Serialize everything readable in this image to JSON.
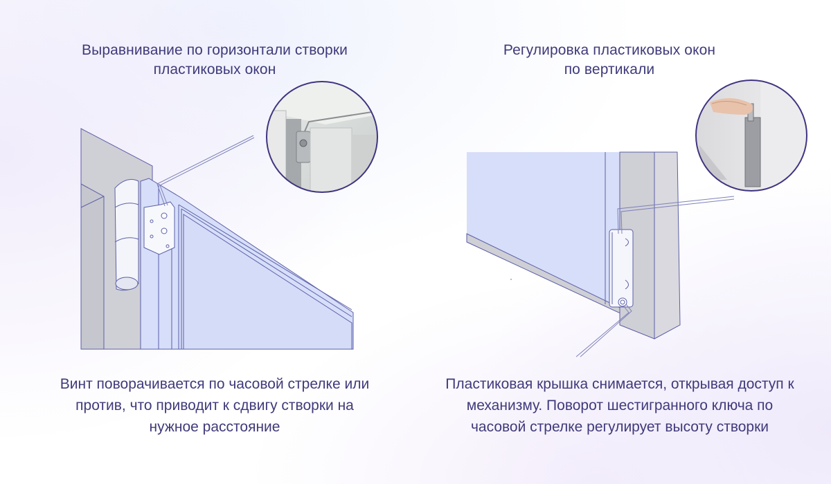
{
  "colors": {
    "text": "#3f3a7a",
    "glass": "#d6def9",
    "frame_gray": "#cfcfd6",
    "outline": "#5b5fa6",
    "inset_border": "#3f3480"
  },
  "left_panel": {
    "title_lines": [
      "Выравнивание по горизонтали створки",
      "пластиковых окон"
    ],
    "description_lines": [
      "Винт поворачивается по часовой стрелке или",
      "против, что приводит к сдвигу створки на",
      "нужное расстояние"
    ]
  },
  "right_panel": {
    "title_lines": [
      "Регулировка пластиковых окон",
      "по вертикали"
    ],
    "description_lines": [
      "Пластиковая крышка снимается, открывая доступ к",
      "механизму. Поворот шестигранного ключа по",
      "часовой стрелке регулирует высоту створки"
    ]
  }
}
